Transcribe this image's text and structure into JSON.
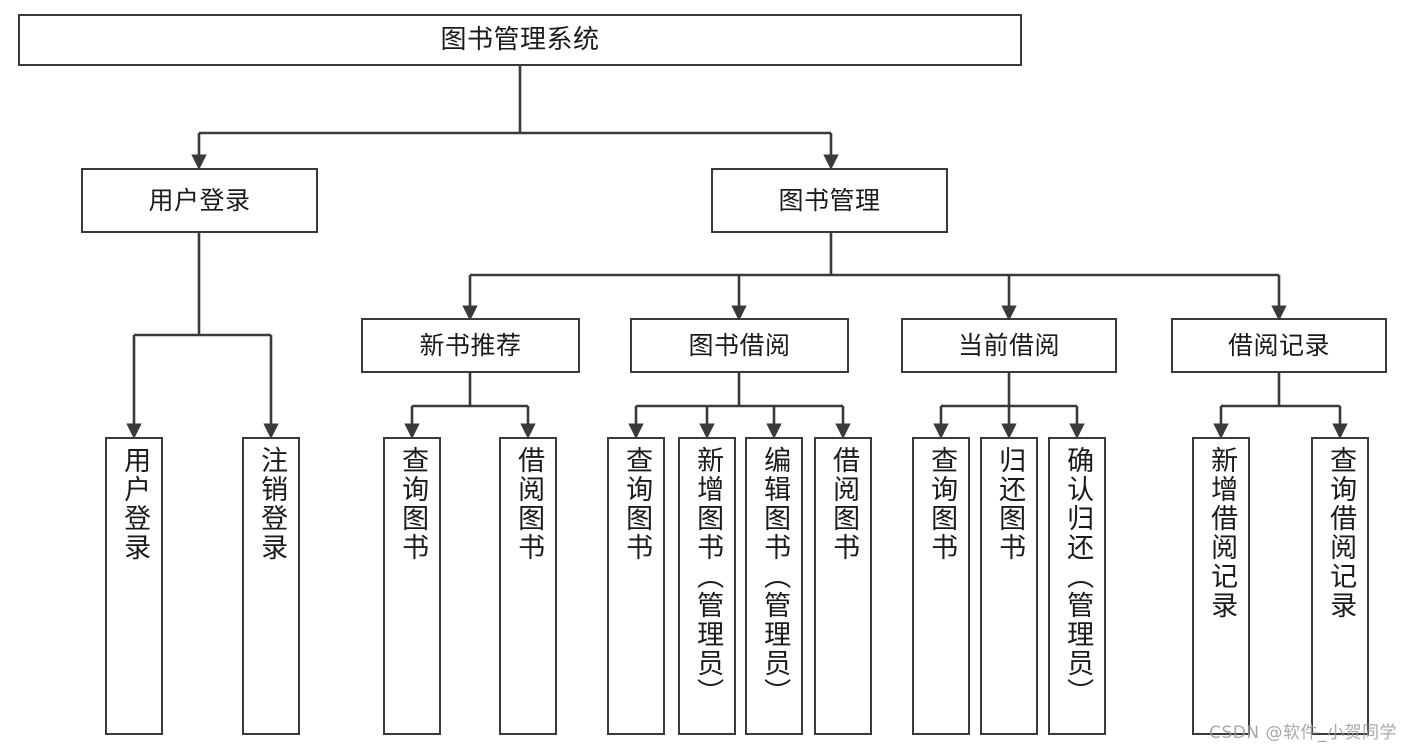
{
  "diagram": {
    "title": "图书管理系统",
    "watermark": "CSDN @软件_小贺同学",
    "line_color": "#3a3a3a",
    "box_fill": "#ffffff",
    "text_color": "#1b1b1b",
    "nodes": {
      "root": {
        "label": "图书管理系统"
      },
      "login": {
        "label": "用户登录"
      },
      "bookmgmt": {
        "label": "图书管理"
      },
      "newbook": {
        "label": "新书推荐"
      },
      "borrow": {
        "label": "图书借阅"
      },
      "current": {
        "label": "当前借阅"
      },
      "record": {
        "label": "借阅记录"
      },
      "leaf_login_1": {
        "label": "用户登录"
      },
      "leaf_login_2": {
        "label": "注销登录"
      },
      "leaf_new_1": {
        "label": "查询图书"
      },
      "leaf_new_2": {
        "label": "借阅图书"
      },
      "leaf_borrow_1": {
        "label": "查询图书"
      },
      "leaf_borrow_2": {
        "label": "新增图书（管理员）"
      },
      "leaf_borrow_3": {
        "label": "编辑图书（管理员）"
      },
      "leaf_borrow_4": {
        "label": "借阅图书"
      },
      "leaf_cur_1": {
        "label": "查询图书"
      },
      "leaf_cur_2": {
        "label": "归还图书"
      },
      "leaf_cur_3": {
        "label": "确认归还（管理员）"
      },
      "leaf_rec_1": {
        "label": "新增借阅记录"
      },
      "leaf_rec_2": {
        "label": "查询借阅记录"
      }
    }
  }
}
